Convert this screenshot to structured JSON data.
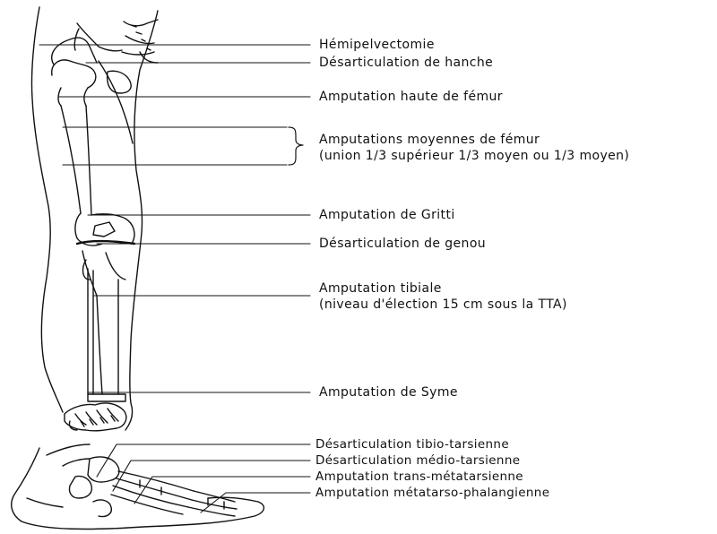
{
  "labels": {
    "hemipelvectomie": "Hémipelvectomie",
    "desart_hanche": "Désarticulation de hanche",
    "amp_haute_femur": "Amputation haute de fémur",
    "amp_moyennes_femur": "Amputations moyennes de fémur",
    "amp_moyennes_femur_note": "(union 1/3 supérieur 1/3 moyen ou 1/3 moyen)",
    "amp_gritti": "Amputation de Gritti",
    "desart_genou": "Désarticulation de genou",
    "amp_tibiale": "Amputation tibiale",
    "amp_tibiale_note": "(niveau d'élection 15 cm sous la TTA)",
    "amp_syme": "Amputation de Syme",
    "desart_tibio_tarsienne": "Désarticulation tibio-tarsienne",
    "desart_medio_tarsienne": "Désarticulation médio-tarsienne",
    "amp_trans_metatarsienne": "Amputation trans-métatarsienne",
    "amp_metatarso_phalangienne": "Amputation métatarso-phalangienne"
  },
  "colors": {
    "ink": "#111111",
    "background": "#ffffff"
  }
}
